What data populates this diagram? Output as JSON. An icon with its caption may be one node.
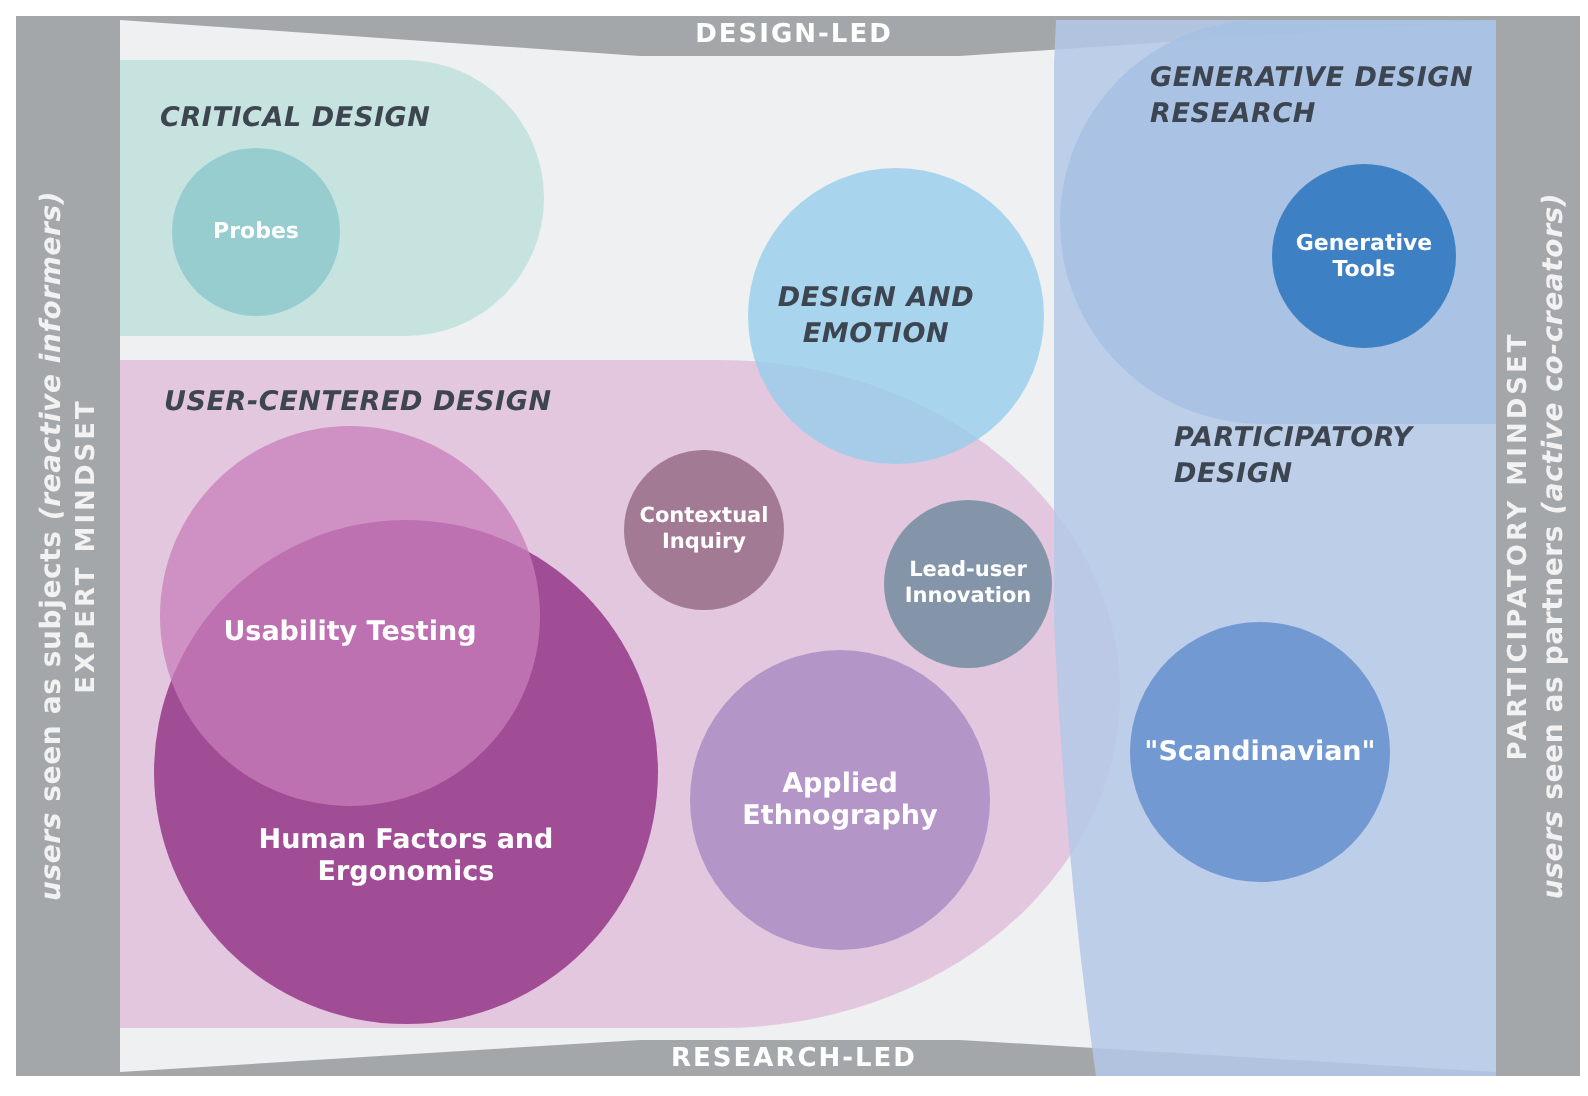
{
  "diagram": {
    "nodes": [
      {
        "text": [
          "CRITICAL DESIGN"
        ]
      },
      {
        "text": [
          "Probes"
        ],
        "in": 0
      },
      {
        "text": [
          "USER-CENTERED DESIGN"
        ]
      },
      {
        "text": [
          "PARTICIPATORY DESIGN"
        ]
      },
      {
        "text": [
          "GENERATIVE DESIGN RESEARCH"
        ],
        "in": 3
      },
      {
        "text": [
          "Generative Tools"
        ],
        "in": 4
      },
      {
        "text": [
          "DESIGN AND EMOTION"
        ]
      },
      {
        "text": [
          "Human Factors and Ergonomics"
        ],
        "in": 2
      },
      {
        "text": [
          "Usability Testing"
        ],
        "in": 2
      },
      {
        "text": [
          "Contextual Inquiry"
        ],
        "in": 2
      },
      {
        "text": [
          "Lead-user Innovation"
        ],
        "in": 2
      },
      {
        "text": [
          "Applied Ethnography"
        ],
        "in": 2
      },
      {
        "text": [
          "\"Scandinavian\""
        ],
        "in": 3
      }
    ],
    "labels": [
      "DESIGN-LED",
      "*users* seen as subjects *(reactive informers)*",
      "EXPERT MINDSET",
      "PARTICIPATORY MINDSET",
      "*users* seen as partners *(active co-creators)*",
      "RESEARCH-LED"
    ]
  }
}
